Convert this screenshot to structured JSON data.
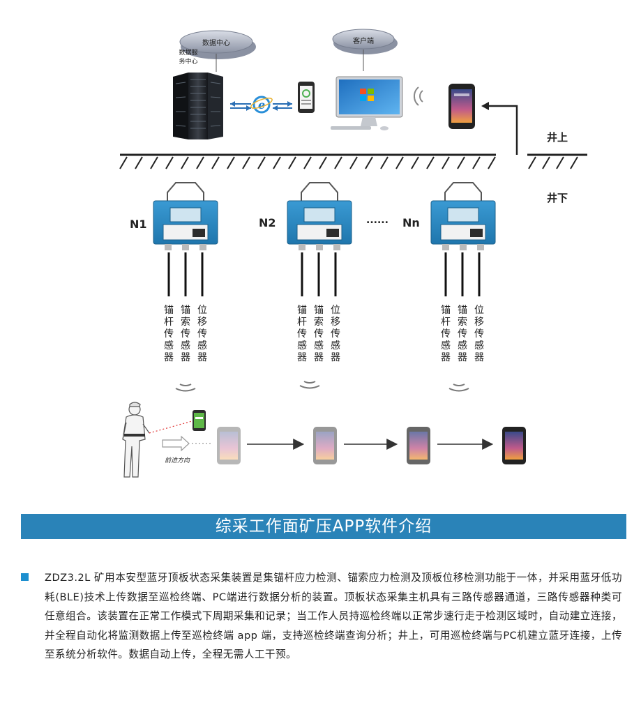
{
  "clouds": [
    {
      "label": "数据中心"
    },
    {
      "label": "客户端"
    }
  ],
  "server_caption": [
    "数据服",
    "务中心"
  ],
  "ground": {
    "above": "井上",
    "below": "井下"
  },
  "nodes": [
    {
      "label": "N1",
      "sensors": [
        "锚杆传感器",
        "锚索传感器",
        "位移传感器"
      ]
    },
    {
      "label": "N2",
      "sensors": [
        "锚杆传感器",
        "锚索传感器",
        "位移传感器"
      ]
    },
    {
      "label": "Nn",
      "sensors": [
        "锚杆传感器",
        "锚索传感器",
        "位移传感器"
      ]
    }
  ],
  "ellipsis": "......",
  "direction_label": "前进方向",
  "banner_title": "综采工作面矿压APP软件介绍",
  "description": "ZDZ3.2L 矿用本安型蓝牙顶板状态采集装置是集锚杆应力检测、锚索应力检测及顶板位移检测功能于一体，并采用蓝牙低功耗(BLE)技术上传数据至巡检终端、PC端进行数据分析的装置。顶板状态采集主机具有三路传感器通道，三路传感器种类可任意组合。该装置在正常工作模式下周期采集和记录；当工作人员持巡检终端以正常步速行走于检测区域时，自动建立连接，并全程自动化将监测数据上传至巡检终端 app 端，支持巡检终端查询分析；井上，可用巡检终端与PC机建立蓝牙连接，上传至系统分析软件。数据自动上传，全程无需人工干预。",
  "colors": {
    "banner": "#2a83b8",
    "device": "#2f8fc6",
    "bullet": "#1d8fcf"
  }
}
